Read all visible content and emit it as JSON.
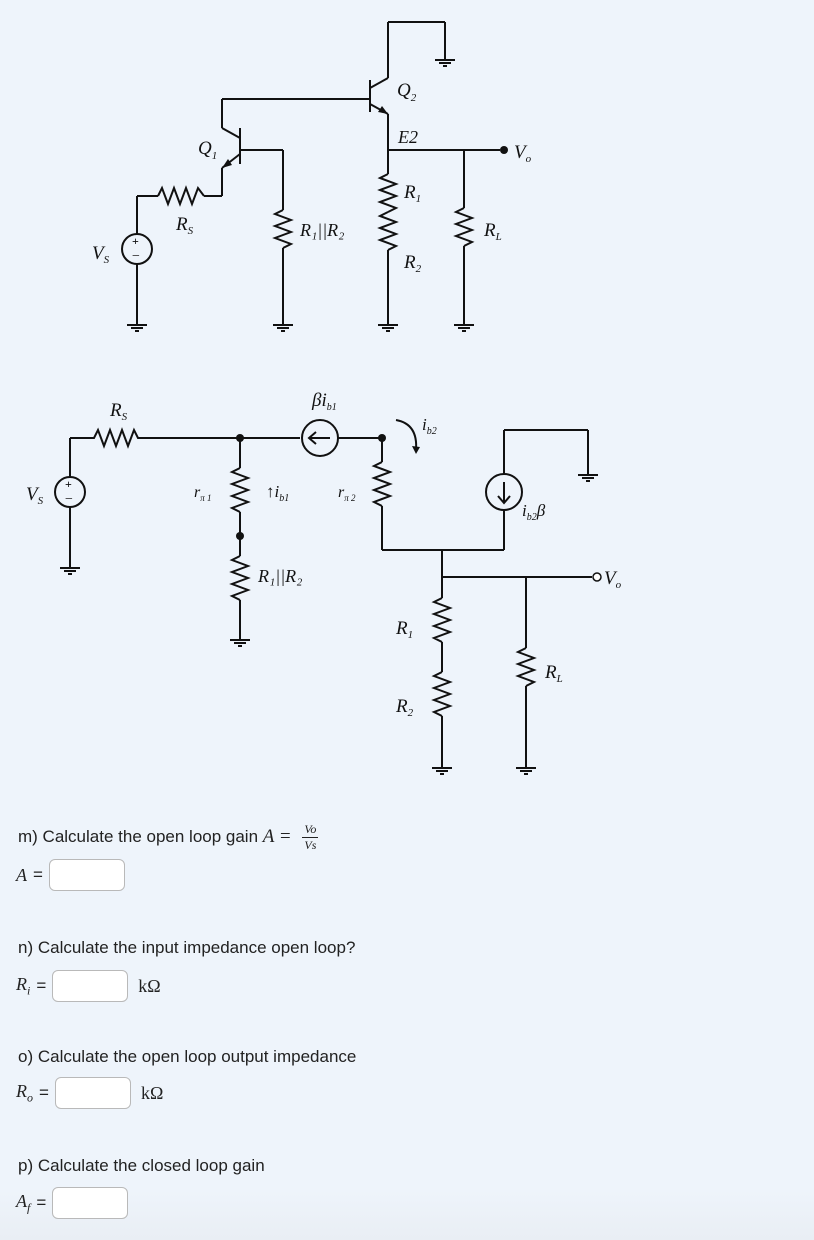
{
  "diagram": {
    "top": {
      "q1": "Q",
      "q1_sub": "1",
      "q2": "Q",
      "q2_sub": "2",
      "rs": "R",
      "rs_sub": "S",
      "vs": "V",
      "vs_sub": "S",
      "r1r2": "R₁||R₂",
      "e2": "E2",
      "r1": "R",
      "r1_sub": "1",
      "r2": "R",
      "r2_sub": "2",
      "rl": "R",
      "rl_sub": "L",
      "vo": "V",
      "vo_sub": "o"
    },
    "bottom": {
      "rs": "R",
      "rs_sub": "S",
      "vs": "V",
      "vs_sub": "S",
      "beta_ib1": "βi",
      "beta_ib1_sub": "b1",
      "rpi1": "r",
      "rpi1_sub": "π 1",
      "ib1": "↑i",
      "ib1_sub": "b1",
      "rpi2": "r",
      "rpi2_sub": "π 2",
      "ib2": "i",
      "ib2_sub": "b2",
      "r1r2": "R₁||R₂",
      "ib2beta": "i",
      "ib2beta_sub": "b2",
      "ib2beta_tail": "β",
      "r1": "R",
      "r1_sub": "1",
      "r2": "R",
      "r2_sub": "2",
      "rl": "R",
      "rl_sub": "L",
      "vo": "V",
      "vo_sub": "o"
    }
  },
  "questions": {
    "m": {
      "text": "m) Calculate the open loop gain",
      "lhs": "A =",
      "frac_num": "Vo",
      "frac_den": "Vs",
      "var": "A",
      "eq": "=",
      "value": "",
      "unit": ""
    },
    "n": {
      "text": "n) Calculate the input impedance open loop?",
      "var": "R",
      "var_sub": "i",
      "eq": "=",
      "value": "",
      "unit": "kΩ"
    },
    "o": {
      "text": "o) Calculate the open loop output impedance",
      "var": "R",
      "var_sub": "o",
      "eq": "=",
      "value": "",
      "unit": "kΩ"
    },
    "p": {
      "text": "p) Calculate the closed loop gain",
      "var": "A",
      "var_sub": "f",
      "eq": "=",
      "value": "",
      "unit": ""
    }
  }
}
